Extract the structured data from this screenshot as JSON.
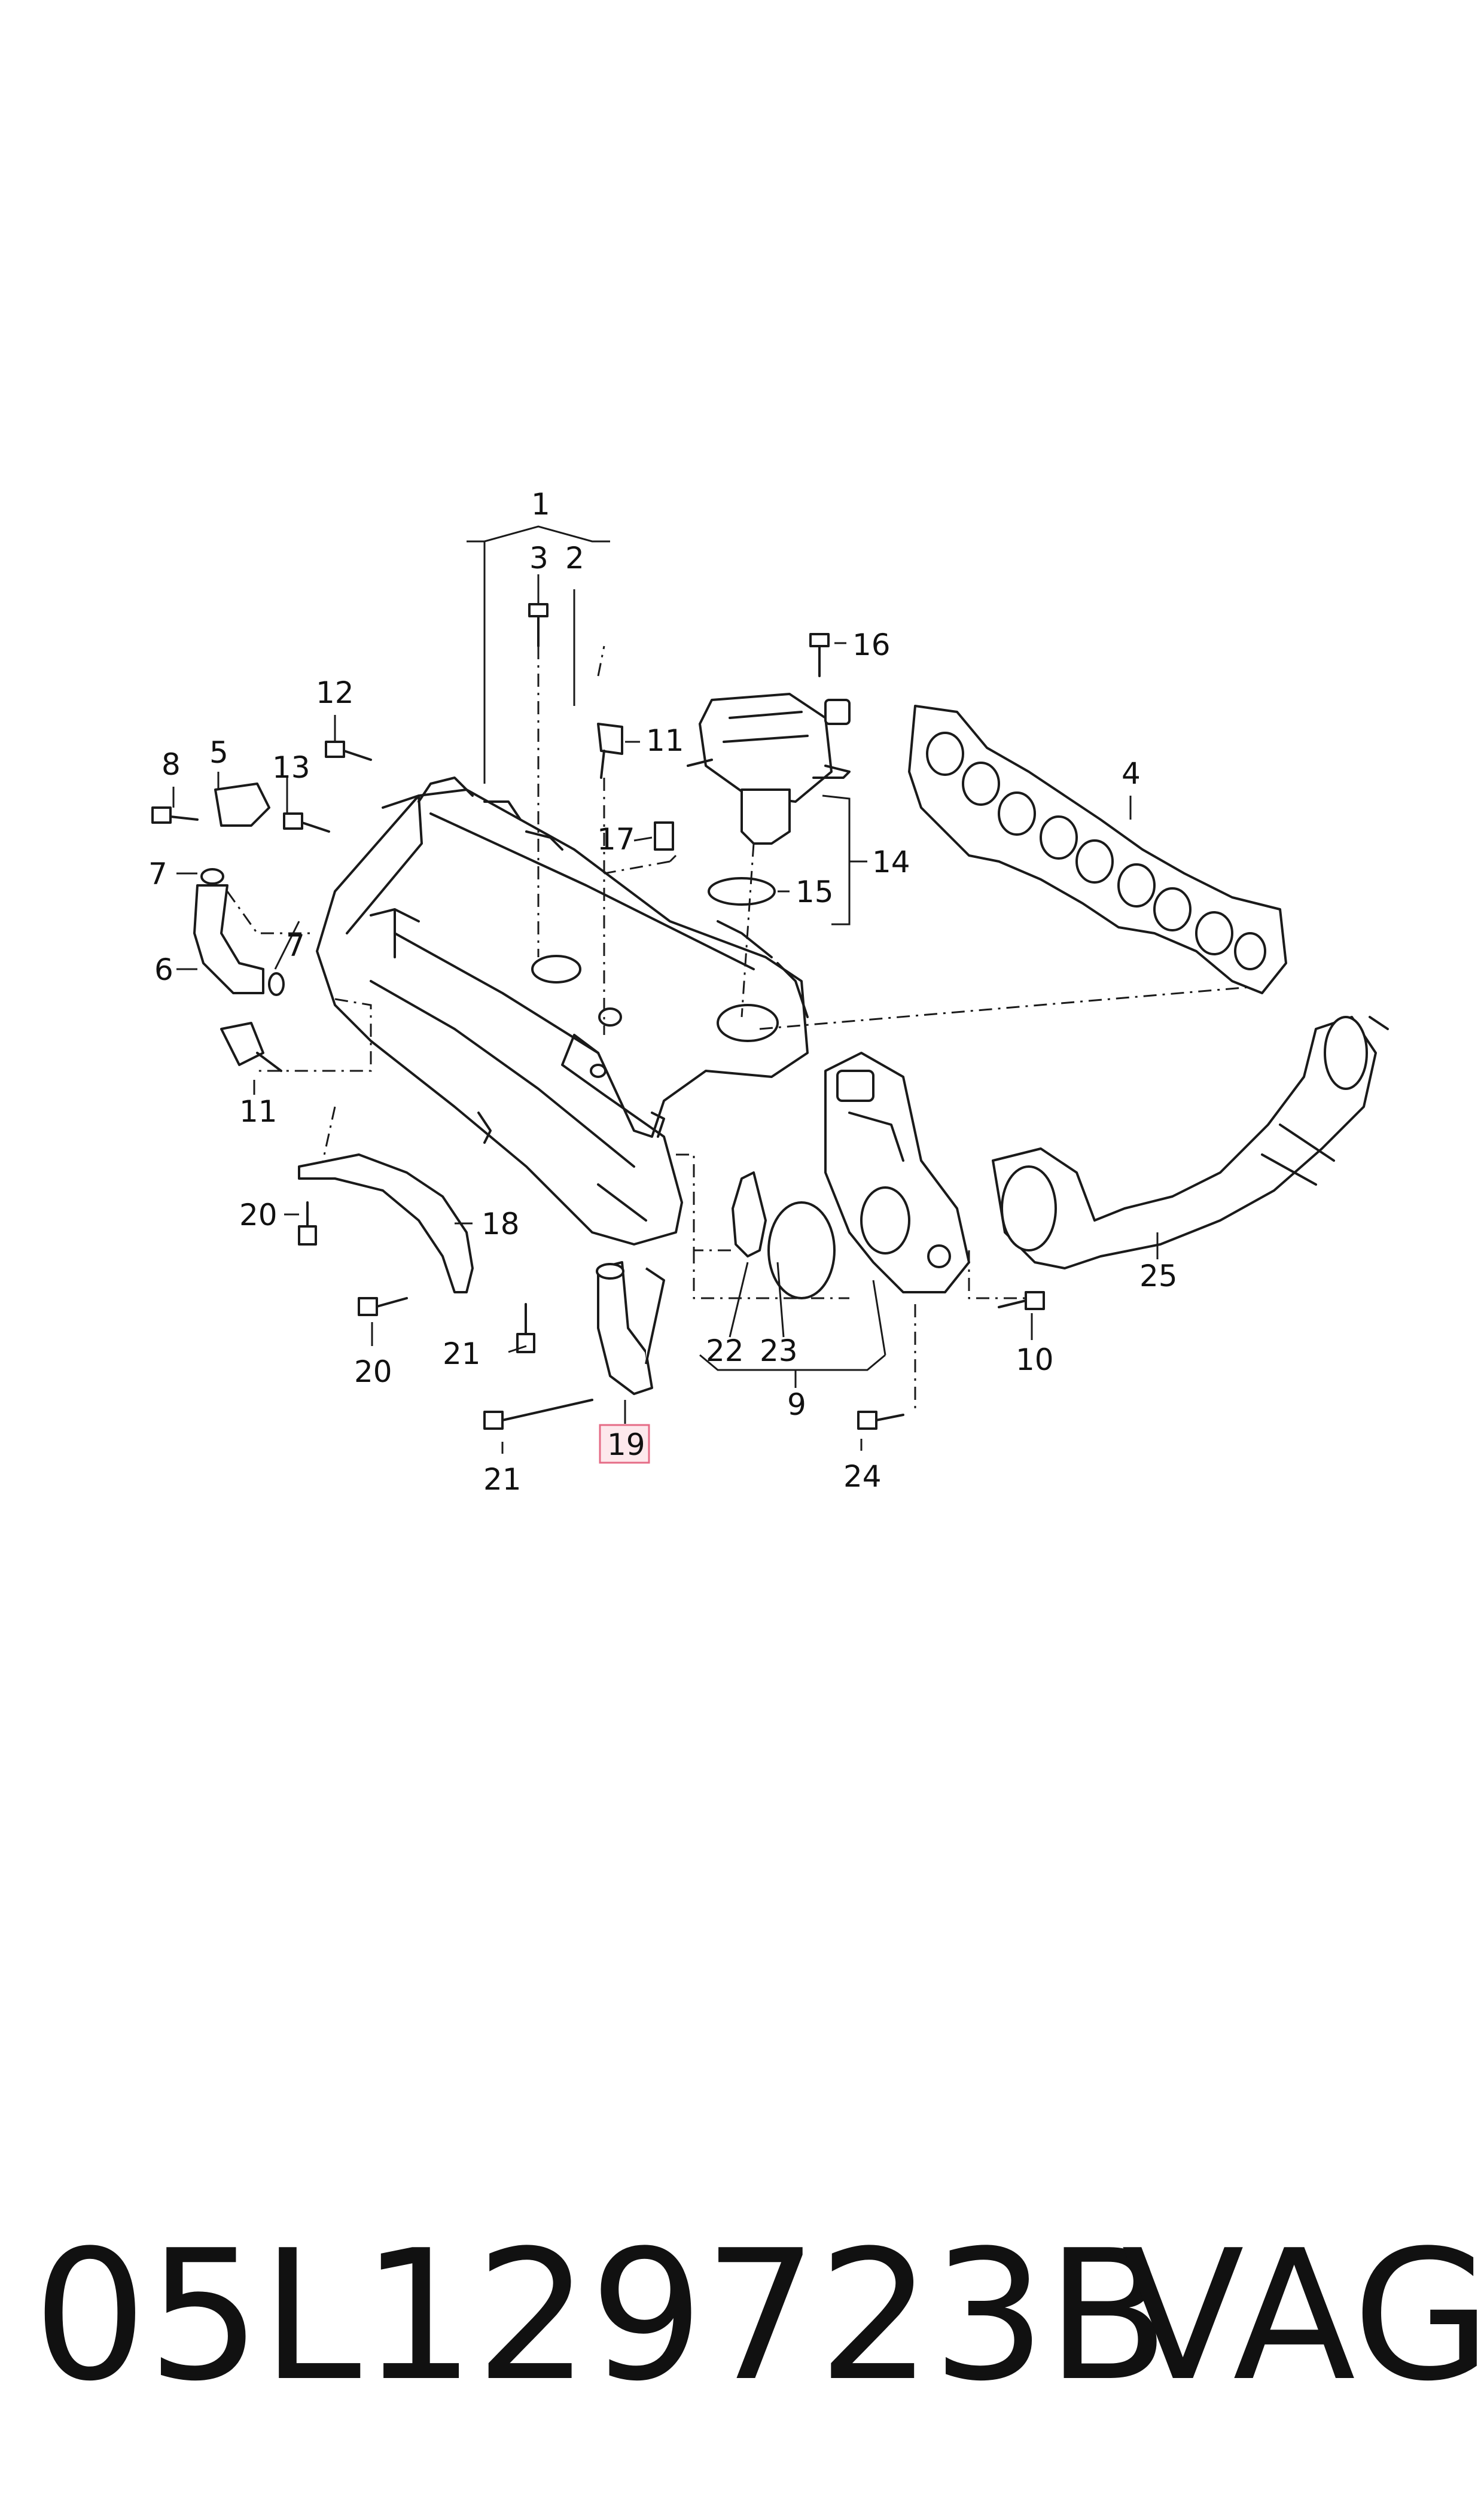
{
  "callouts": {
    "c1": "1",
    "c2": "2",
    "c3": "3",
    "c4": "4",
    "c5": "5",
    "c6": "6",
    "c7a": "7",
    "c7b": "7",
    "c8": "8",
    "c9": "9",
    "c10": "10",
    "c11a": "11",
    "c11b": "11",
    "c12": "12",
    "c13": "13",
    "c14": "14",
    "c15": "15",
    "c16": "16",
    "c17": "17",
    "c18": "18",
    "c19": "19",
    "c20a": "20",
    "c20b": "20",
    "c21a": "21",
    "c21b": "21",
    "c22": "22",
    "c23": "23",
    "c24": "24",
    "c25": "25"
  },
  "highlighted_callout": "19",
  "footer": {
    "part_number": "05L129723B",
    "brand": "VAG"
  },
  "colors": {
    "highlight_fill": "#fde8ec",
    "highlight_border": "#e56b86",
    "line": "#1a1a1a"
  }
}
